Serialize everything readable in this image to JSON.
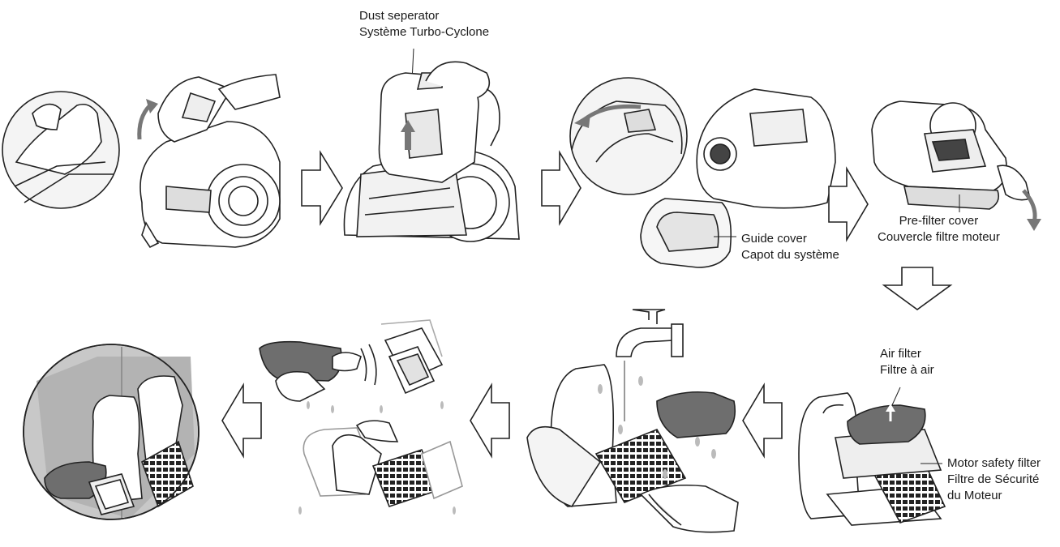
{
  "labels": {
    "dust_separator": {
      "en": "Dust seperator",
      "fr": "Système Turbo-Cyclone"
    },
    "guide_cover": {
      "en": "Guide cover",
      "fr": "Capot du système"
    },
    "pre_filter_cover": {
      "en": "Pre-filter cover",
      "fr": "Couvercle filtre moteur"
    },
    "air_filter": {
      "en": "Air filter",
      "fr": "Filtre à air"
    },
    "motor_safety_filter": {
      "en": "Motor safety filter",
      "fr1": "Filtre de Sécurité",
      "fr2": "du Moteur"
    }
  },
  "colors": {
    "line": "#222222",
    "filter_gray": "#6e6e6e",
    "panel_gray": "#c8c8c8",
    "light_gray": "#e6e6e6",
    "arrow_fill": "#ffffff"
  }
}
